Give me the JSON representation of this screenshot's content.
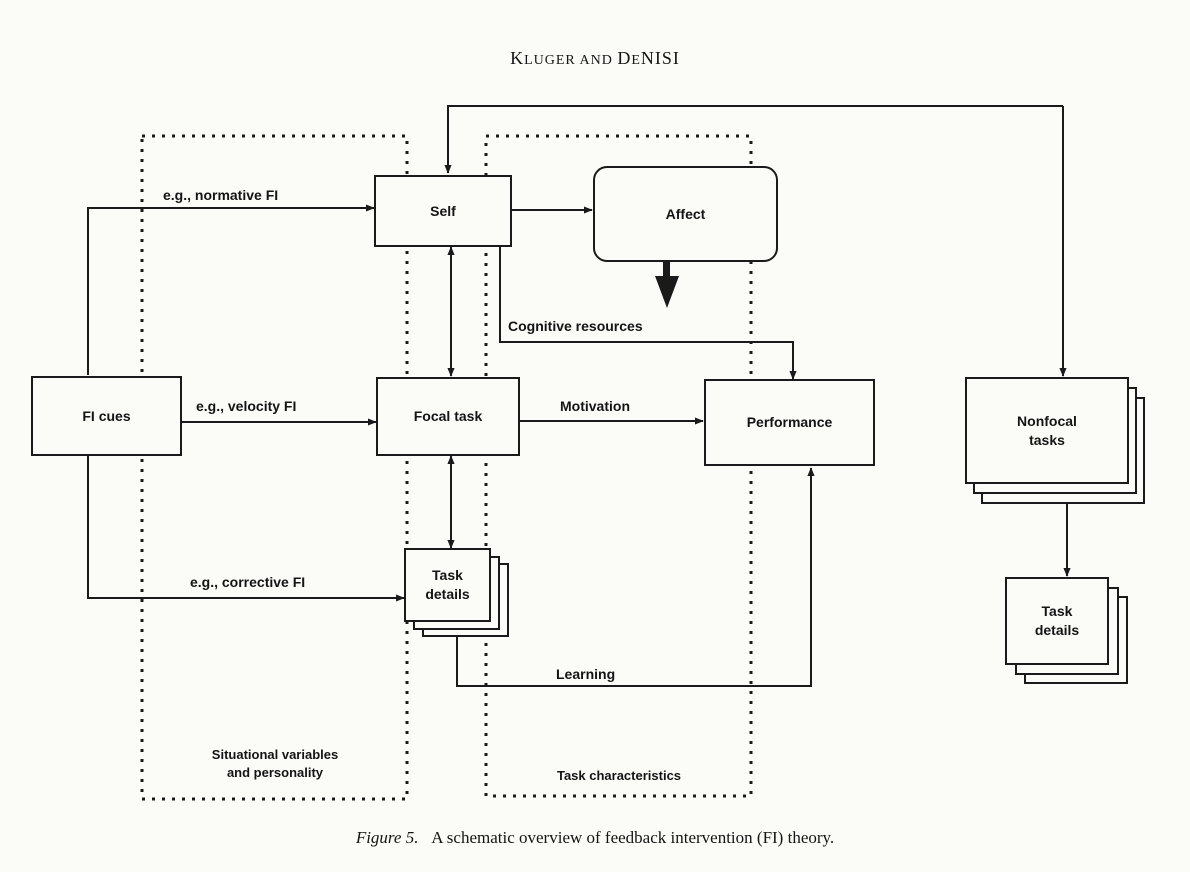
{
  "header": {
    "first": "K",
    "rest": "LUGER AND ",
    "d": "D",
    "e": "E",
    "nisi": "NISI"
  },
  "boxes": {
    "fi_cues": "FI cues",
    "self": "Self",
    "affect": "Affect",
    "focal_task": "Focal task",
    "performance": "Performance",
    "task_details_left": "Task\ndetails",
    "nonfocal_tasks": "Nonfocal\ntasks",
    "task_details_right": "Task\ndetails"
  },
  "edge_labels": {
    "normative": "e.g., normative FI",
    "velocity": "e.g., velocity FI",
    "corrective": "e.g., corrective FI",
    "cognitive_resources": "Cognitive resources",
    "motivation": "Motivation",
    "learning": "Learning"
  },
  "regions": {
    "situational": "Situational variables\nand personality",
    "task_characteristics": "Task characteristics"
  },
  "caption": {
    "figure_number": "Figure 5.",
    "text": "A schematic overview of feedback intervention (FI) theory."
  }
}
